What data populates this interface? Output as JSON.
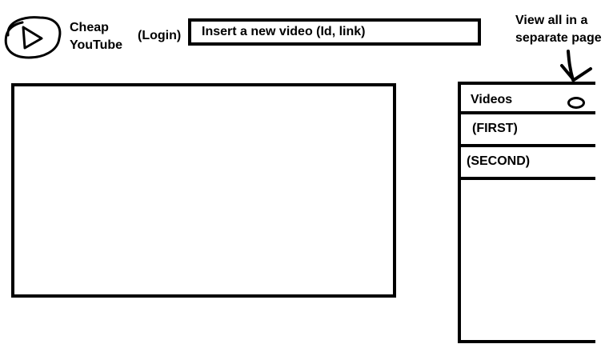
{
  "header": {
    "brand_line1": "Cheap",
    "brand_line2": "YouTube",
    "login_label": "(Login)",
    "insert_placeholder": "Insert a new video (Id, link)"
  },
  "annotation": {
    "line1": "View all in a",
    "line2": "separate page"
  },
  "videos_panel": {
    "title": "Videos",
    "items": [
      {
        "label": "(FIRST)"
      },
      {
        "label": "(SECOND)"
      }
    ]
  },
  "icons": {
    "logo": "play-icon",
    "annotation": "arrow-down-icon",
    "view_all": "circle-icon"
  }
}
